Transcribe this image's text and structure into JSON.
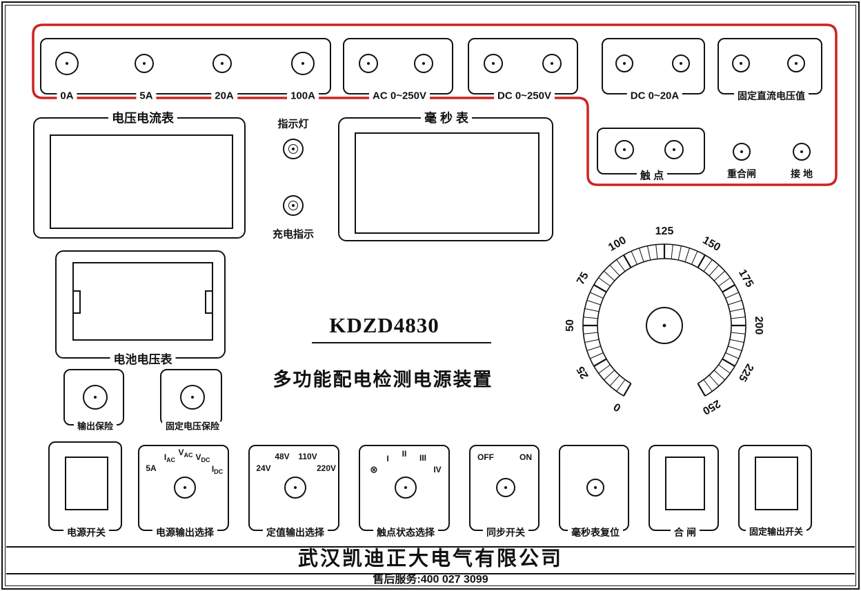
{
  "colors": {
    "line": "#111111",
    "accent_red": "#cc2421",
    "background": "#ffffff"
  },
  "panel": {
    "model": "KDZD4830",
    "product_name": "多功能配电检测电源装置"
  },
  "terminals": {
    "current_outputs": {
      "labels": [
        "0A",
        "5A",
        "20A",
        "100A"
      ]
    },
    "ac_output": {
      "label": "AC 0~250V"
    },
    "dc_output": {
      "label": "DC 0~250V"
    },
    "dc_current_output": {
      "label": "DC 0~20A"
    },
    "fixed_dc_output": {
      "label": "固定直流电压值"
    },
    "contact": {
      "label": "触  点"
    },
    "reclose": {
      "label": "重合闸"
    },
    "ground": {
      "label": "接  地"
    }
  },
  "meters": {
    "volt_current_meter": {
      "label": "电压电流表"
    },
    "millisecond_meter": {
      "label": "毫 秒 表"
    },
    "battery_volt_meter": {
      "label": "电池电压表"
    }
  },
  "indicators": {
    "pilot_lamp": {
      "label": "指示灯"
    },
    "charge_lamp": {
      "label": "充电指示"
    }
  },
  "fuses": {
    "output_fuse": {
      "label": "输出保险"
    },
    "fixed_voltage_fuse": {
      "label": "固定电压保险"
    }
  },
  "dial": {
    "labels": [
      "0",
      "25",
      "50",
      "75",
      "100",
      "125",
      "150",
      "175",
      "200",
      "225",
      "250"
    ],
    "min_value": 0,
    "max_value": 250,
    "minor_tick": 5,
    "major_tick": 25
  },
  "controls": {
    "power_switch": {
      "label": "电源开关"
    },
    "source_output_select": {
      "label": "电源输出选择",
      "options": [
        {
          "main": "5A",
          "sub": ""
        },
        {
          "main": "I",
          "sub": "AC"
        },
        {
          "main": "V",
          "sub": "AC"
        },
        {
          "main": "V",
          "sub": "DC"
        },
        {
          "main": "I",
          "sub": "DC"
        }
      ]
    },
    "fixed_value_select": {
      "label": "定值输出选择",
      "options": [
        "24V",
        "48V",
        "110V",
        "220V"
      ]
    },
    "contact_state_select": {
      "label": "触点状态选择",
      "options": [
        "⊗",
        "I",
        "II",
        "III",
        "IV"
      ]
    },
    "sync_switch": {
      "label": "同步开关",
      "options": [
        "OFF",
        "ON"
      ]
    },
    "ms_meter_reset": {
      "label": "毫秒表复位"
    },
    "close_button": {
      "label": "合  闸"
    },
    "fixed_output_switch": {
      "label": "固定输出开关"
    }
  },
  "footer": {
    "company": "武汉凯迪正大电气有限公司",
    "service": "售后服务:400 027 3099"
  }
}
